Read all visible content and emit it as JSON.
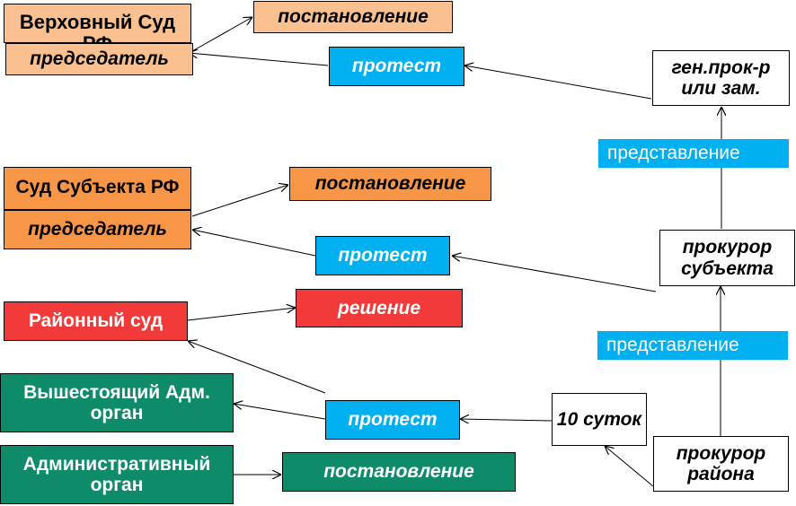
{
  "diagram": {
    "colors": {
      "light_orange": "#fac090",
      "orange": "#f79646",
      "red": "#f23a3a",
      "green": "#0e8c6a",
      "blue": "#00b0f0",
      "white": "#ffffff"
    },
    "courts": {
      "supreme": {
        "title": "Верховный Суд РФ",
        "chairman": "председатель",
        "decision": "постановление",
        "protest": "протест"
      },
      "subject": {
        "title": "Суд Субъекта РФ",
        "chairman": "председатель",
        "decision": "постановление",
        "protest": "протест"
      },
      "district": {
        "title": "Районный суд",
        "decision": "решение"
      }
    },
    "admin": {
      "higher_body": "Вышестоящий Адм. орган",
      "body": "Административный орган",
      "decision": "постановление",
      "protest": "протест"
    },
    "prosecutors": {
      "general": "ген.прок-р или зам.",
      "subject": "прокурор субъекта",
      "district": "прокурор района",
      "representation_top": "представление",
      "representation_bottom": "представление",
      "term": "10 суток"
    }
  }
}
